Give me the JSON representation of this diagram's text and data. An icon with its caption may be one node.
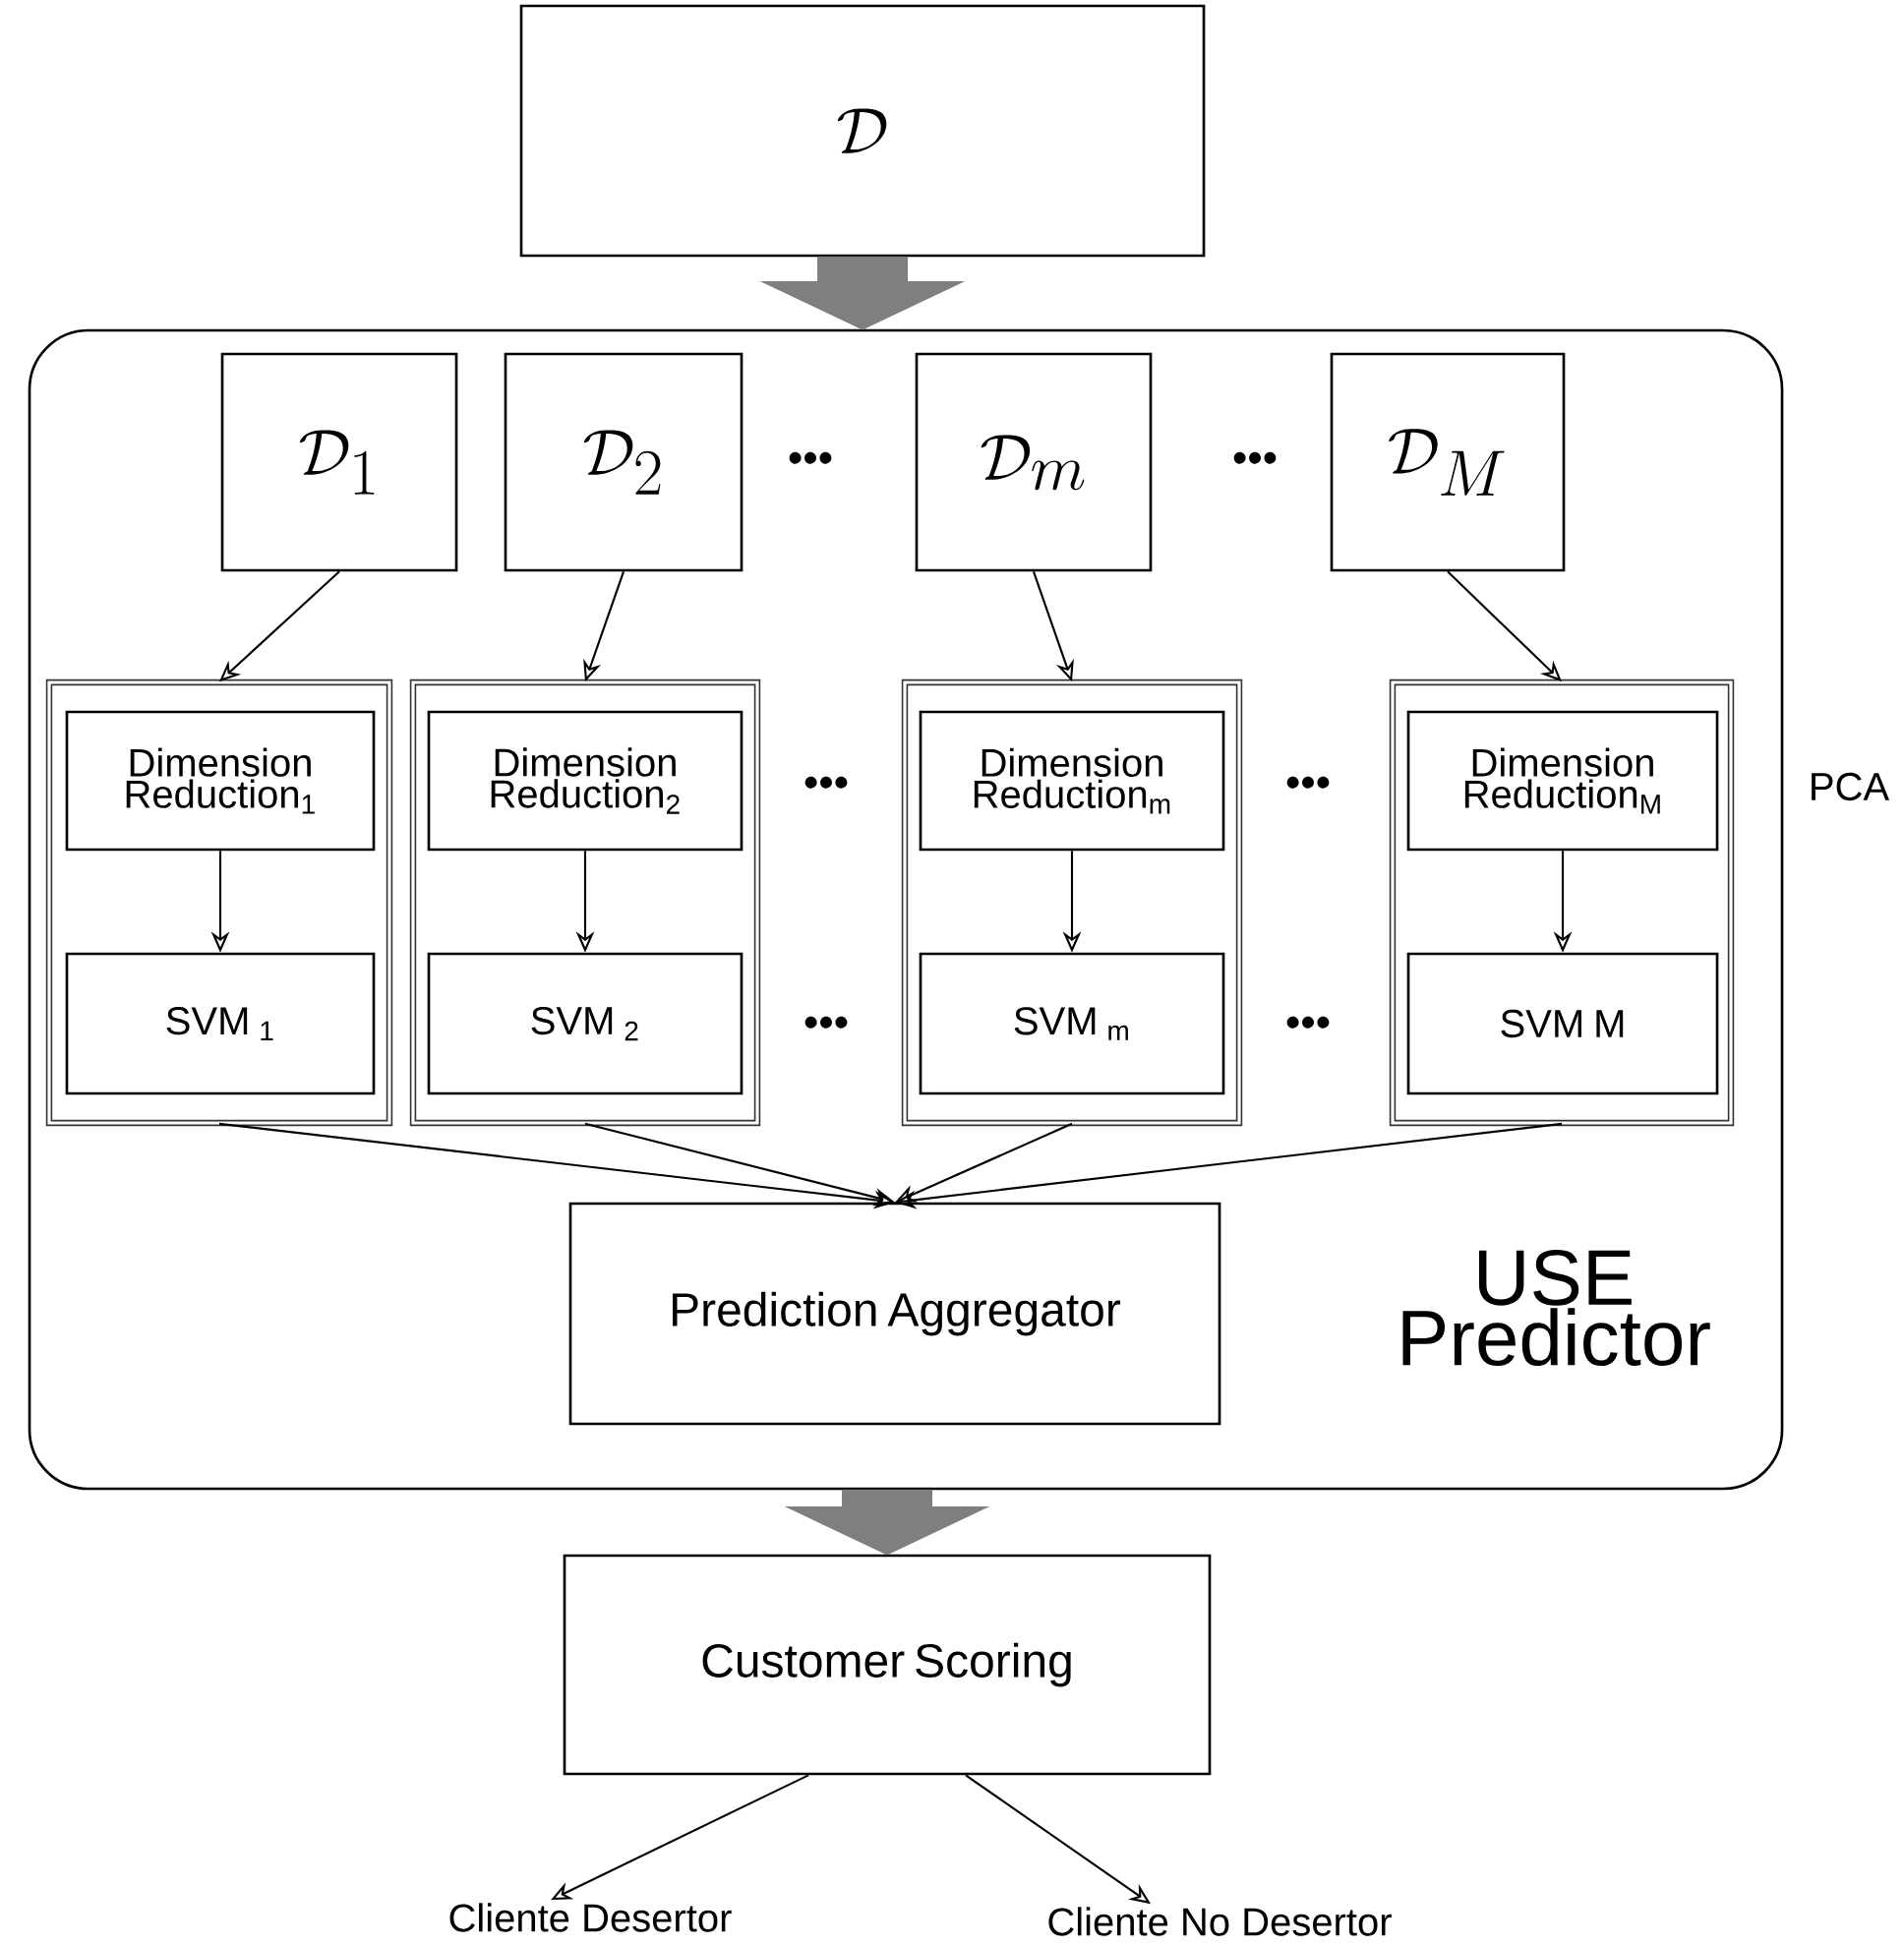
{
  "diagram": {
    "nodes": [
      {
        "text": [
          "\\mathcal{D}"
        ]
      },
      {
        "text": [
          "USE Predictor"
        ]
      },
      {
        "text": [
          "\\mathcal{D}_{1}"
        ],
        "in": 1
      },
      {
        "text": [
          "\\mathcal{D}_{2}"
        ],
        "in": 1
      },
      {
        "text": [
          "\\mathcal{D}_{m}"
        ],
        "in": 1
      },
      {
        "text": [
          "\\mathcal{D}_{M}"
        ],
        "in": 1
      },
      {
        "text": [],
        "shape": "box",
        "in": 1
      },
      {
        "text": [
          "Dimension Reduction$_{1}$"
        ],
        "in": 6
      },
      {
        "text": [
          "SVM $_{1}$"
        ],
        "in": 6
      },
      {
        "text": [],
        "shape": "box",
        "in": 1
      },
      {
        "text": [
          "Dimension Reduction$_{2}$"
        ],
        "in": 9
      },
      {
        "text": [
          "SVM $_{2}$"
        ],
        "in": 9
      },
      {
        "text": [],
        "shape": "box",
        "in": 1
      },
      {
        "text": [
          "Dimension Reduction$_{m}$"
        ],
        "in": 12
      },
      {
        "text": [
          "SVM $_{m}$"
        ],
        "in": 12
      },
      {
        "text": [],
        "shape": "box",
        "in": 1
      },
      {
        "text": [
          "Dimension Reduction$_{M}$"
        ],
        "in": 15
      },
      {
        "text": [
          "SVM M"
        ],
        "in": 15
      },
      {
        "text": [
          "Prediction Aggregator"
        ],
        "in": 1
      },
      {
        "text": [
          "Customer Scoring"
        ]
      },
      {
        "text": [
          "Cliente Desertor"
        ]
      },
      {
        "text": [
          "Cliente No Desertor"
        ]
      }
    ],
    "edges": [
      {
        "from": 0,
        "to": 1,
        "arrow": "to",
        "style": "thick",
        "color": "#7f7f7f"
      },
      {
        "from": 2,
        "to": 6,
        "arrow": "to"
      },
      {
        "from": 3,
        "to": 9,
        "arrow": "to"
      },
      {
        "from": 4,
        "to": 12,
        "arrow": "to"
      },
      {
        "from": 5,
        "to": 15,
        "arrow": "to"
      },
      {
        "from": 7,
        "to": 8,
        "arrow": "to"
      },
      {
        "from": 10,
        "to": 11,
        "arrow": "to"
      },
      {
        "from": 13,
        "to": 14,
        "arrow": "to"
      },
      {
        "from": 16,
        "to": 17,
        "arrow": "to"
      },
      {
        "from": 6,
        "to": 18,
        "arrow": "to"
      },
      {
        "from": 9,
        "to": 18,
        "arrow": "to"
      },
      {
        "from": 12,
        "to": 18,
        "arrow": "to"
      },
      {
        "from": 15,
        "to": 18,
        "arrow": "to"
      },
      {
        "from": 1,
        "to": 19,
        "arrow": "to",
        "style": "thick",
        "color": "#7f7f7f"
      },
      {
        "from": 19,
        "to": 20,
        "arrow": "to"
      },
      {
        "from": 19,
        "to": 21,
        "arrow": "to"
      }
    ],
    "labels": [
      "•••",
      "•••",
      "•••",
      "•••",
      "PCA",
      "•••",
      "•••"
    ]
  }
}
